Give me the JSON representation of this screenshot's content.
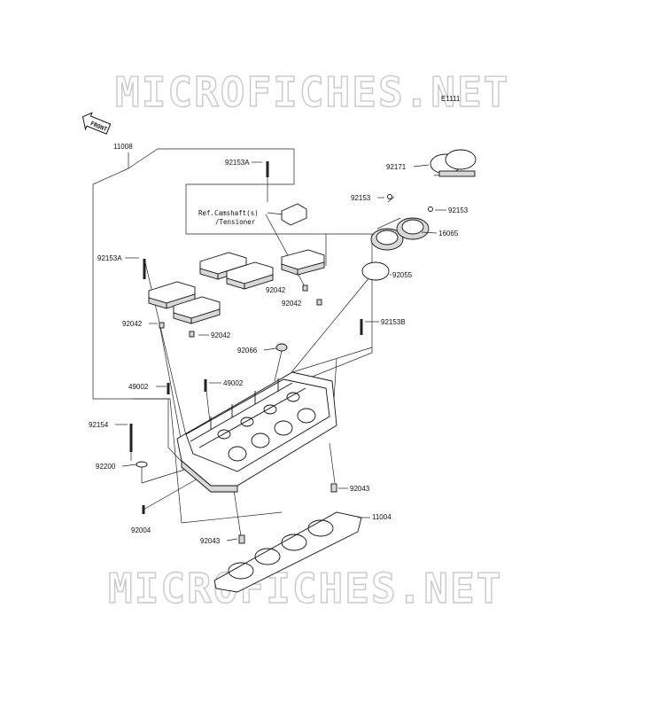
{
  "watermark": {
    "top": "MICROFICHES.NET",
    "bottom": "MICROFICHES.NET"
  },
  "diagram_code": "E1111",
  "front_label": "FRONT",
  "ref_note": {
    "line1": "Ref.Camshaft(s)",
    "line2": "/Tensioner"
  },
  "parts": [
    "11008",
    "92153A",
    "92171",
    "92153",
    "92153",
    "16065",
    "92153A",
    "92042",
    "92042",
    "92055",
    "92042",
    "92042",
    "92153B",
    "92066",
    "49002",
    "49002",
    "92154",
    "92200",
    "92043",
    "11004",
    "92004",
    "92043"
  ]
}
